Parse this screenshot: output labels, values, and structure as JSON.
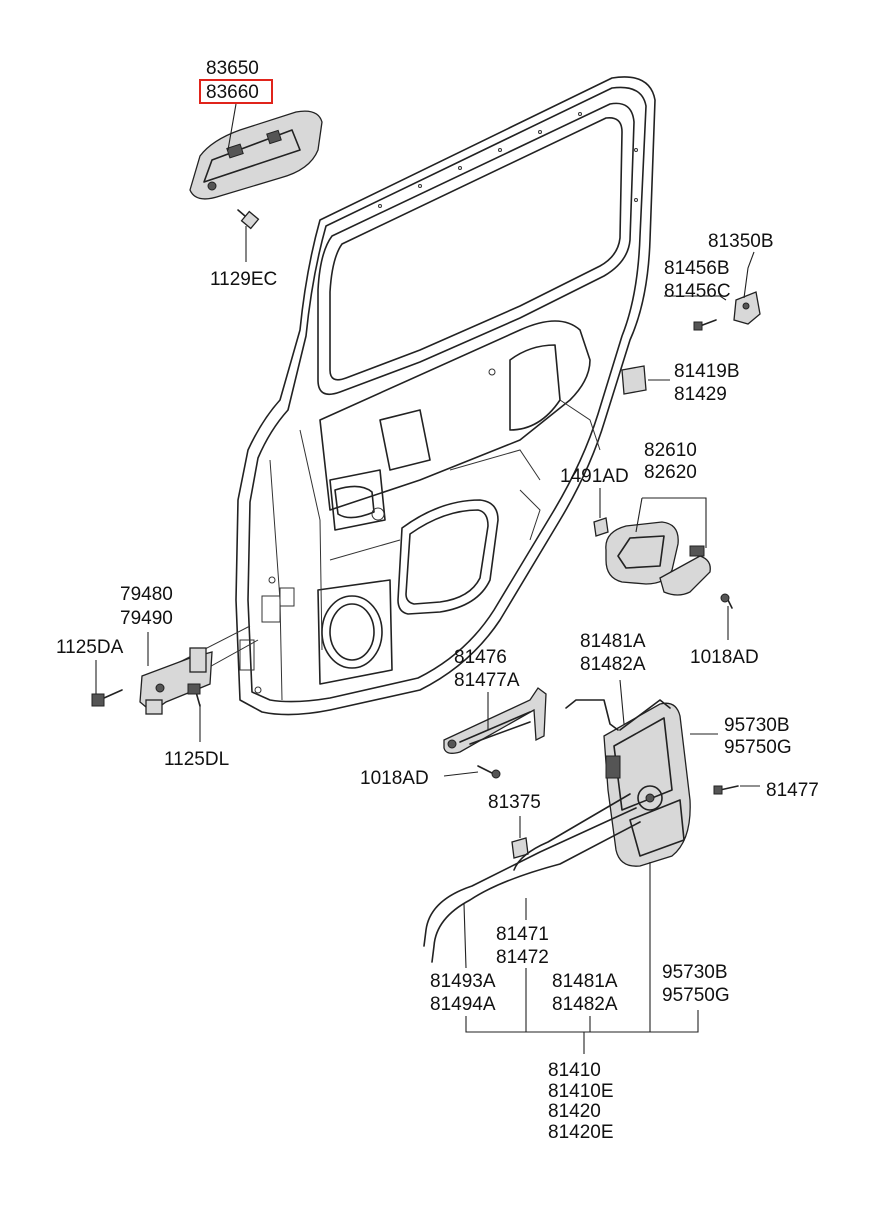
{
  "labels": {
    "switch_a": "83650",
    "switch_b": "83660",
    "screw_1129": "1129EC",
    "striker_b": "81350B",
    "striker_456b": "81456B",
    "striker_456c": "81456C",
    "pad_419b": "81419B",
    "pad_429": "81429",
    "handle_610": "82610",
    "handle_620": "82620",
    "clip_1491": "1491AD",
    "screw_1018_right": "1018AD",
    "checker_480": "79480",
    "checker_490": "79490",
    "bolt_1125da": "1125DA",
    "bolt_1125dl": "1125DL",
    "bracket_476": "81476",
    "bracket_477a": "81477A",
    "screw_1018_mid": "1018AD",
    "clip_375": "81375",
    "rod_481a_top": "81481A",
    "rod_482a_top": "81482A",
    "actuator_730b_top": "95730B",
    "actuator_750g_top": "95750G",
    "screw_477": "81477",
    "cable_471": "81471",
    "cable_472": "81472",
    "cable_493a": "81493A",
    "cable_494a": "81494A",
    "rod_481a_bot": "81481A",
    "rod_482a_bot": "81482A",
    "actuator_730b_bot": "95730B",
    "actuator_750g_bot": "95750G",
    "latch_410": "81410",
    "latch_410e": "81410E",
    "latch_420": "81420",
    "latch_420e": "81420E"
  },
  "highlight_color": "#e0241b"
}
